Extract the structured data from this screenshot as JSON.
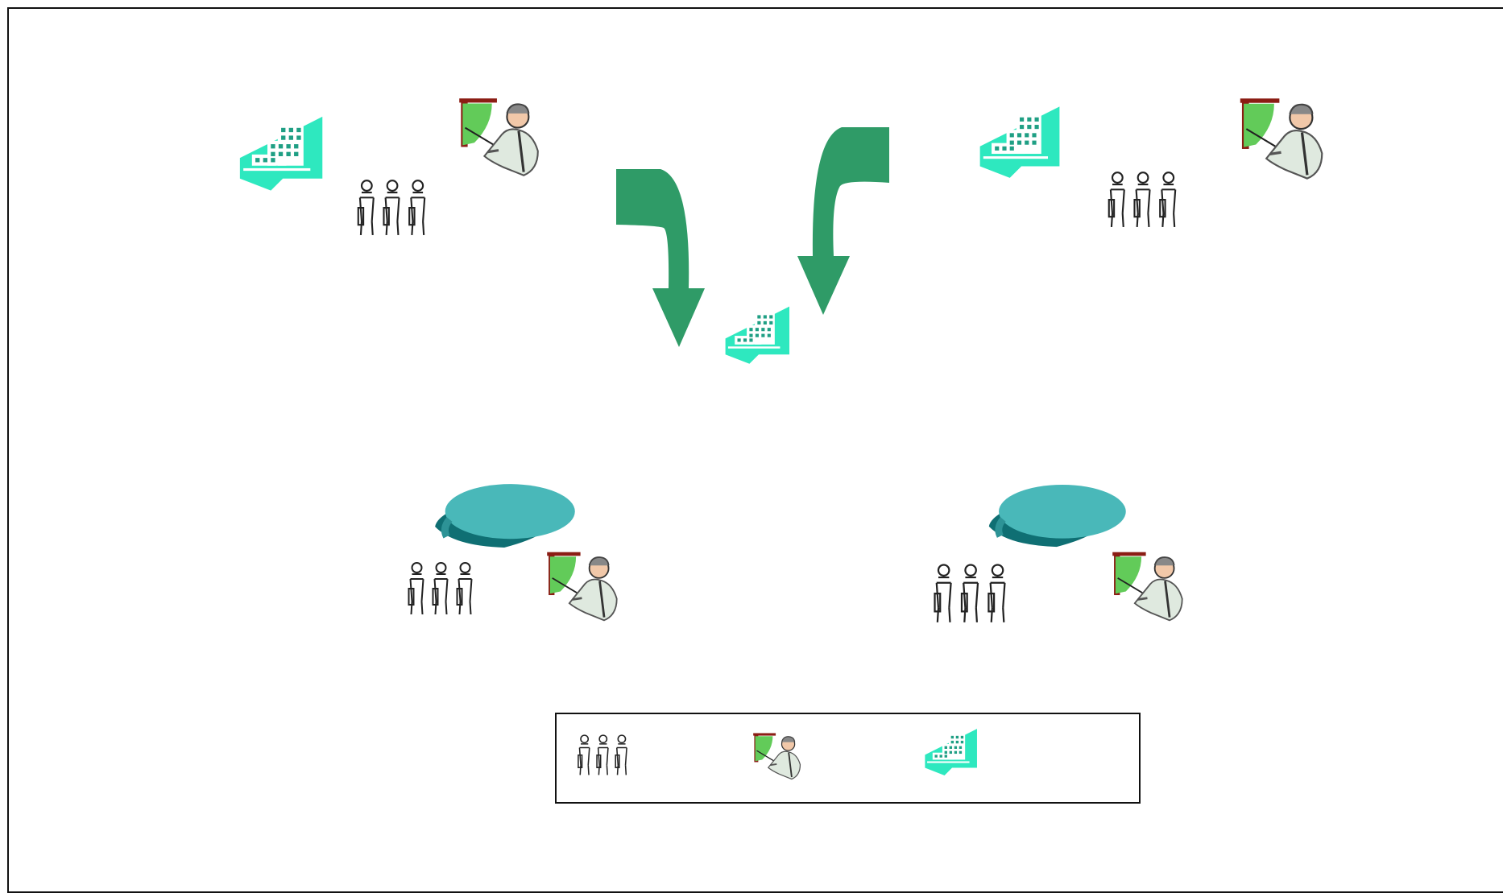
{
  "diagram": {
    "colors": {
      "building": "#2ee8bf",
      "building_dark": "#1f9f84",
      "arrow": "#2f9b67",
      "disk_top": "#49b8b9",
      "disk_side": "#0f6f73",
      "chart": "#62cb59",
      "presenter_suit": "#dfe9df",
      "people_outline": "#222222"
    },
    "nodes": [
      {
        "id": "top-left-site",
        "icons": [
          "building-icon",
          "presenter-icon",
          "people-group-icon"
        ]
      },
      {
        "id": "top-right-site",
        "icons": [
          "building-icon",
          "presenter-icon",
          "people-group-icon"
        ]
      },
      {
        "id": "center-merge",
        "icons": [
          "building-icon"
        ]
      },
      {
        "id": "bottom-left-site",
        "icons": [
          "disk-icon",
          "people-group-icon",
          "presenter-icon"
        ]
      },
      {
        "id": "bottom-right-site",
        "icons": [
          "disk-icon",
          "people-group-icon",
          "presenter-icon"
        ]
      }
    ],
    "legend": {
      "items": [
        {
          "icon": "people-group-icon",
          "label": ""
        },
        {
          "icon": "presenter-icon",
          "label": ""
        },
        {
          "icon": "building-icon",
          "label": ""
        }
      ]
    }
  }
}
